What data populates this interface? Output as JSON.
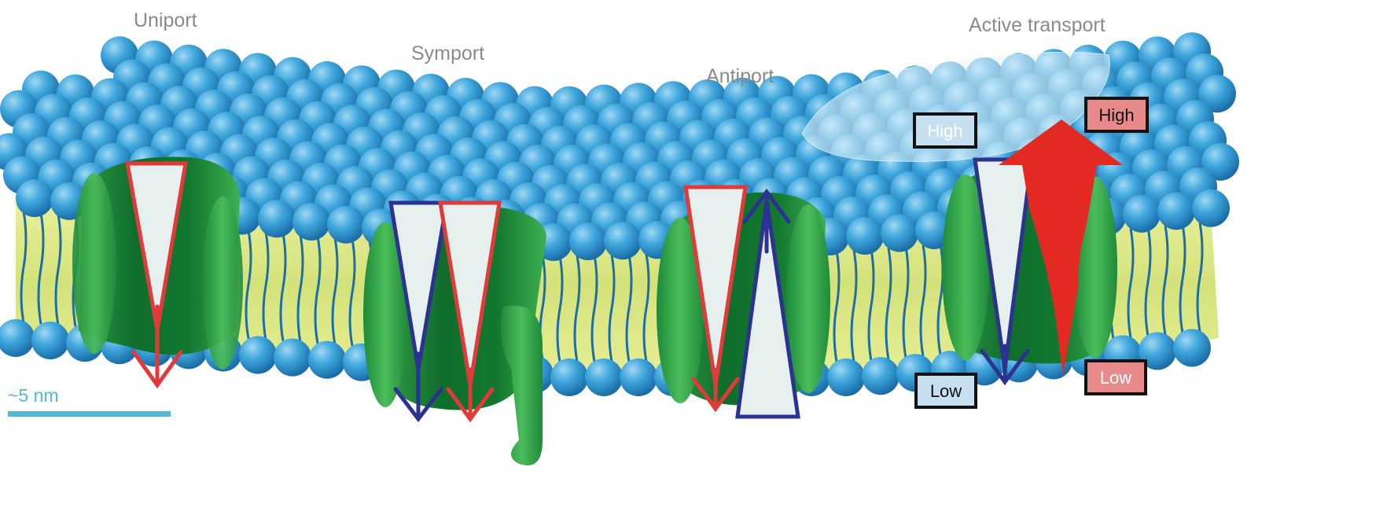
{
  "labels": {
    "uniport": "Uniport",
    "symport": "Symport",
    "antiport": "Antiport",
    "active_transport": "Active transport"
  },
  "scale_bar": {
    "label": "~5 nm"
  },
  "concentration": {
    "blue_high": "High",
    "blue_low": "Low",
    "red_high": "High",
    "red_low": "Low"
  },
  "colors": {
    "lipid_head": "#3fa7dc",
    "lipid_tail": "#1d6fa3",
    "membrane_core": "#dde87f",
    "protein_green": "#137a32",
    "protein_light": "#3fae4f",
    "gradient_fill": "#e6f0ee",
    "red_species": "#e03a3a",
    "blue_species": "#2c3290",
    "pump_arrow": "#e22a22",
    "high_red_box": "#e98a8a",
    "low_red_box": "#e98a8a",
    "high_blue_box": "#c6e0f2",
    "low_blue_box": "#c6e0f2",
    "scale_bar": "#55b8d8",
    "label_gray": "#8a8a8a"
  }
}
